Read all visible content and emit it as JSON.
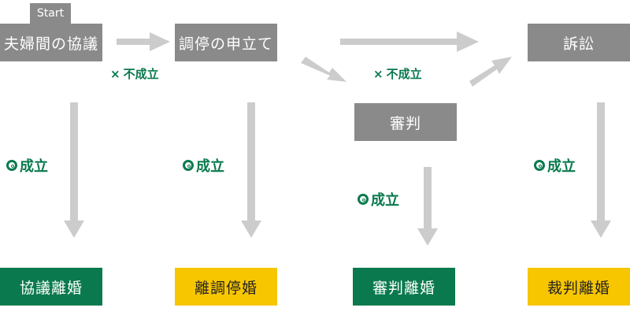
{
  "start_label": "Start",
  "steps": {
    "kyogi": "夫婦間の協議",
    "chotei": "調停の申立て",
    "shinpan": "審判",
    "sosho": "訴訟"
  },
  "outcomes": {
    "kyogi_rikon": "協議離婚",
    "chotei_rikon": "離調停婚",
    "shinpan_rikon": "審判離婚",
    "saiban_rikon": "裁判離婚"
  },
  "labels": {
    "fuseiritsu_1": "不成立",
    "fuseiritsu_2": "不成立",
    "seiritsu_1": "成立",
    "seiritsu_2": "成立",
    "seiritsu_3": "成立",
    "seiritsu_4": "成立",
    "x_mark": "×"
  },
  "colors": {
    "step_grey": "#8a8a8a",
    "arrow_grey": "#cccccc",
    "green": "#0a7a4e",
    "yellow": "#f7c600"
  }
}
